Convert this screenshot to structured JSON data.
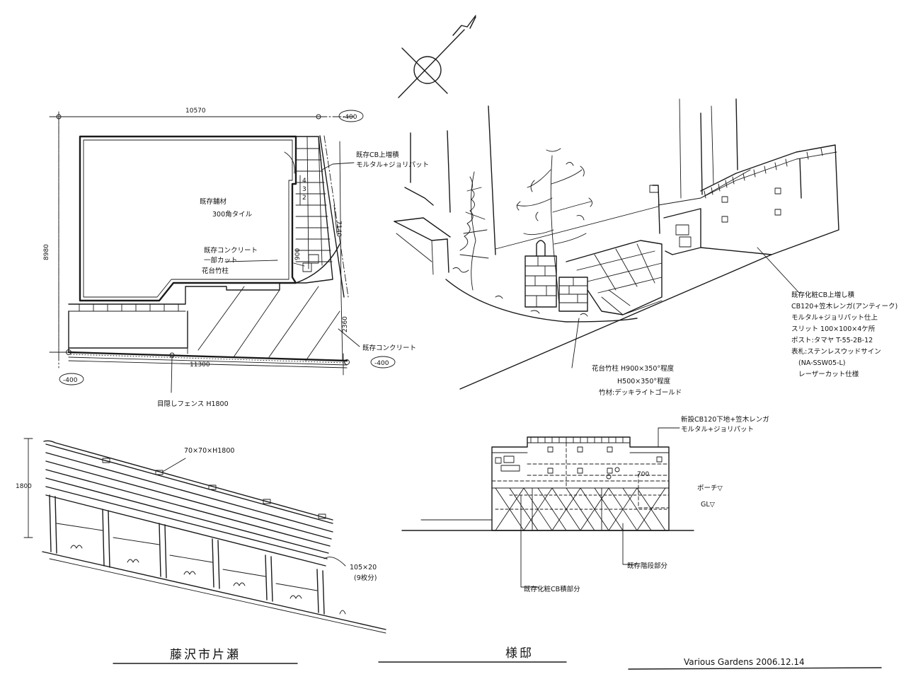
{
  "plan": {
    "dim_top": "10570",
    "dim_left": "8980",
    "dim_bottom": "11300",
    "dim_right_a": "7140",
    "dim_right_b": "2360",
    "level_top_right": "-400",
    "level_bottom_left": "-400",
    "level_bottom_right": "-400",
    "step_numbers": [
      "4",
      "3",
      "2"
    ],
    "small_dim": "900",
    "note_existing_cb": [
      "既存CB上増積",
      "モルタル+ジョリパット"
    ],
    "note_floor": [
      "既存舗材",
      "300角タイル"
    ],
    "note_concrete": [
      "既存コンクリート",
      "一部カット",
      "花台竹柱"
    ],
    "note_concrete_right": "既存コンクリート",
    "note_fence": "目隠しフェンス H1800"
  },
  "perspective": {
    "note_wall": [
      "既存化粧CB上増し積",
      "CB120+笠木レンガ(アンティーク)",
      "モルタル+ジョリパット仕上",
      "スリット 100×100×4ケ所",
      "ポスト:タマヤ T-55-2B-12",
      "表札:ステンレスウッドサイン",
      "(NA-SSW05-L)",
      "レーザーカット仕様"
    ],
    "note_planter": [
      "花台竹柱 H900×350°程度",
      "H500×350°程度",
      "竹材:デッキライトゴールド"
    ]
  },
  "fence": {
    "height_label": "1800",
    "post_label": "70×70×H1800",
    "board_label": [
      "105×20",
      "(9枚分)"
    ]
  },
  "elevation": {
    "note_new_cb": [
      "新設CB120下地+笠木レンガ",
      "モルタル+ジョリパット"
    ],
    "label_post": "ポーチ▽",
    "label_gl": "GL▽",
    "small_dim": "700",
    "note_steps": "既存階段部分",
    "note_cb_existing": "既存化粧CB積部分"
  },
  "titles": {
    "client": "藤沢市片瀬",
    "owner": "様邸",
    "signature": "Various Gardens  2006.12.14"
  }
}
